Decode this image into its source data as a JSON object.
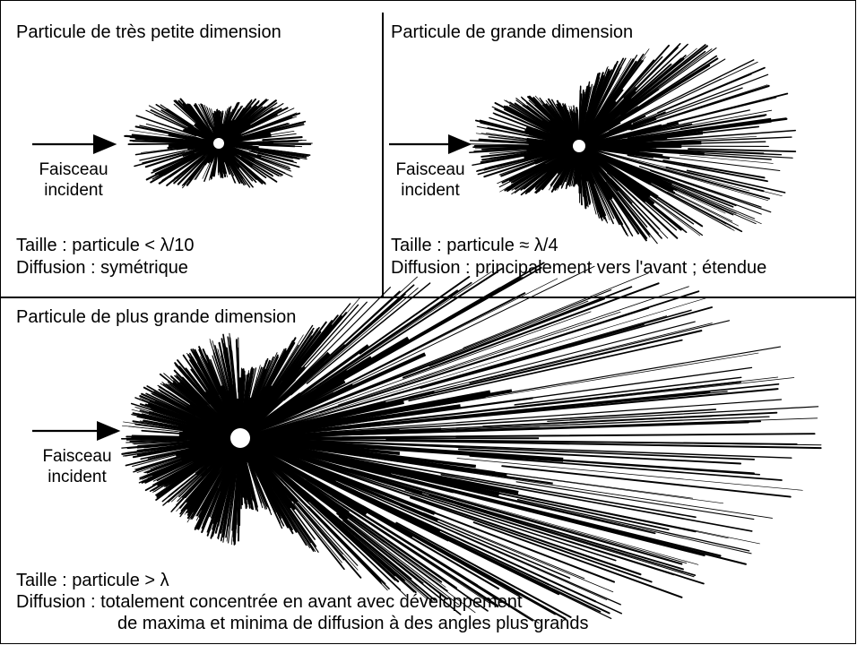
{
  "panels": [
    {
      "title": "Particule de très petite dimension",
      "beam_label_1": "Faisceau",
      "beam_label_2": "incident",
      "size_line": "Taille : particule < λ/10",
      "diffusion_line": "Diffusion : symétrique"
    },
    {
      "title": "Particule de grande dimension",
      "beam_label_1": "Faisceau",
      "beam_label_2": "incident",
      "size_line": "Taille : particule ≈ λ/4",
      "diffusion_line": "Diffusion : principalement vers l'avant ; étendue"
    },
    {
      "title": "Particule de plus grande dimension",
      "beam_label_1": "Faisceau",
      "beam_label_2": "incident",
      "size_line": "Taille : particule > λ",
      "diffusion_line": "Diffusion : totalement concentrée en avant avec développement",
      "diffusion_line_2": "de maxima et minima de diffusion à des angles plus grands"
    }
  ],
  "colors": {
    "ink": "#000000",
    "background": "#ffffff"
  }
}
